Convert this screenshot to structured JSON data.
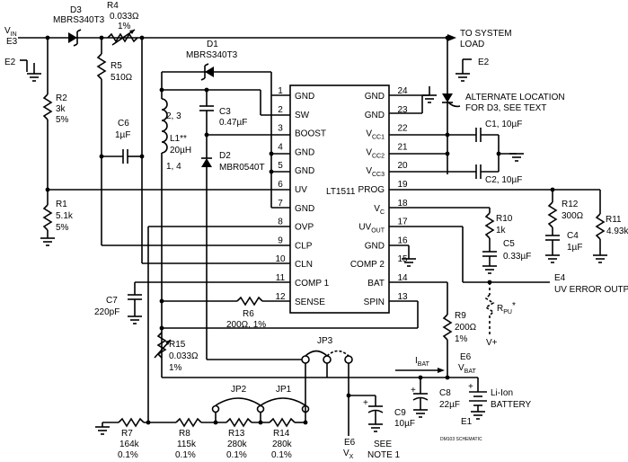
{
  "inputs": {
    "vin": "V",
    "vin_sub": "IN",
    "e3": "E3",
    "e2_left": "E2",
    "e2_right": "E2"
  },
  "d3": {
    "ref": "D3",
    "part": "MBRS340T3"
  },
  "r4": {
    "ref": "R4",
    "value": "0.033Ω",
    "tol": "1%"
  },
  "system_load": {
    "line1": "TO SYSTEM",
    "line2": "LOAD"
  },
  "r5": {
    "ref": "R5",
    "value": "510Ω"
  },
  "r2": {
    "ref": "R2",
    "value": "3k",
    "tol": "5%"
  },
  "r1": {
    "ref": "R1",
    "value": "5.1k",
    "tol": "5%"
  },
  "c6": {
    "ref": "C6",
    "value": "1µF"
  },
  "d1": {
    "ref": "D1",
    "part": "MBRS340T3"
  },
  "c3": {
    "ref": "C3",
    "value": "0.47µF"
  },
  "l1": {
    "pins_top": "2, 3",
    "ref": "L1**",
    "value": "20µH",
    "pins_bottom": "1, 4"
  },
  "d2": {
    "ref": "D2",
    "part": "MBR0540T"
  },
  "alt_note": {
    "line1": "ALTERNATE LOCATION",
    "line2": "FOR D3, SEE TEXT"
  },
  "c1": {
    "ref": "C1, 10µF"
  },
  "c2": {
    "ref": "C2, 10µF"
  },
  "ic": {
    "name": "LT1511",
    "left_pins": [
      {
        "num": "1",
        "name": "GND"
      },
      {
        "num": "2",
        "name": "SW"
      },
      {
        "num": "3",
        "name": "BOOST"
      },
      {
        "num": "4",
        "name": "GND"
      },
      {
        "num": "5",
        "name": "GND"
      },
      {
        "num": "6",
        "name": "UV"
      },
      {
        "num": "7",
        "name": "GND"
      },
      {
        "num": "8",
        "name": "OVP"
      },
      {
        "num": "9",
        "name": "CLP"
      },
      {
        "num": "10",
        "name": "CLN"
      },
      {
        "num": "11",
        "name": "COMP 1"
      },
      {
        "num": "12",
        "name": "SENSE"
      }
    ],
    "right_pins": [
      {
        "num": "24",
        "name": "GND",
        "sub": ""
      },
      {
        "num": "23",
        "name": "GND",
        "sub": ""
      },
      {
        "num": "22",
        "name": "V",
        "sub": "CC1"
      },
      {
        "num": "21",
        "name": "V",
        "sub": "CC2"
      },
      {
        "num": "20",
        "name": "V",
        "sub": "CC3"
      },
      {
        "num": "19",
        "name": "PROG",
        "sub": ""
      },
      {
        "num": "18",
        "name": "V",
        "sub": "C"
      },
      {
        "num": "17",
        "name": "UV",
        "sub": "OUT"
      },
      {
        "num": "16",
        "name": "GND",
        "sub": ""
      },
      {
        "num": "15",
        "name": "COMP 2",
        "sub": ""
      },
      {
        "num": "14",
        "name": "BAT",
        "sub": ""
      },
      {
        "num": "13",
        "name": "SPIN",
        "sub": ""
      }
    ]
  },
  "r12": {
    "ref": "R12",
    "value": "300Ω"
  },
  "r11": {
    "ref": "R11",
    "value": "4.93k"
  },
  "r10": {
    "ref": "R10",
    "value": "1k"
  },
  "c5": {
    "ref": "C5",
    "value": "0.33µF"
  },
  "c4": {
    "ref": "C4",
    "value": "1µF"
  },
  "e4": {
    "ref": "E4",
    "label": "UV ERROR OUTPUT"
  },
  "c7": {
    "ref": "C7",
    "value": "220pF"
  },
  "r6": {
    "ref": "R6",
    "value": "200Ω, 1%"
  },
  "rpu": {
    "ref": "R",
    "sub": "PU",
    "star": "*",
    "vplus": "V+"
  },
  "r9": {
    "ref": "R9",
    "value": "200Ω",
    "tol": "1%"
  },
  "r15": {
    "ref": "R15",
    "value": "0.033Ω",
    "tol": "1%"
  },
  "jp3": {
    "ref": "JP3"
  },
  "ibat": {
    "label": "I",
    "sub": "BAT"
  },
  "e6_top": {
    "ref": "E6",
    "label": "V",
    "sub": "BAT"
  },
  "c8": {
    "ref": "C8",
    "value": "22µF",
    "plus": "+"
  },
  "battery": {
    "line1": "Li-Ion",
    "line2": "BATTERY",
    "ref": "E1",
    "plus": "+"
  },
  "jp2": {
    "ref": "JP2"
  },
  "jp1": {
    "ref": "JP1"
  },
  "c9": {
    "ref": "C9",
    "value": "10µF",
    "plus": "+"
  },
  "r7": {
    "ref": "R7",
    "value": "164k",
    "tol": "0.1%"
  },
  "r8": {
    "ref": "R8",
    "value": "115k",
    "tol": "0.1%"
  },
  "r13": {
    "ref": "R13",
    "value": "280k",
    "tol": "0.1%"
  },
  "r14": {
    "ref": "R14",
    "value": "280k",
    "tol": "0.1%"
  },
  "e6_bottom": {
    "ref": "E6",
    "label": "V",
    "sub": "X"
  },
  "see_note": {
    "line1": "SEE",
    "line2": "NOTE 1"
  },
  "footer": {
    "tag": "DM103 SCHEMATIC"
  }
}
